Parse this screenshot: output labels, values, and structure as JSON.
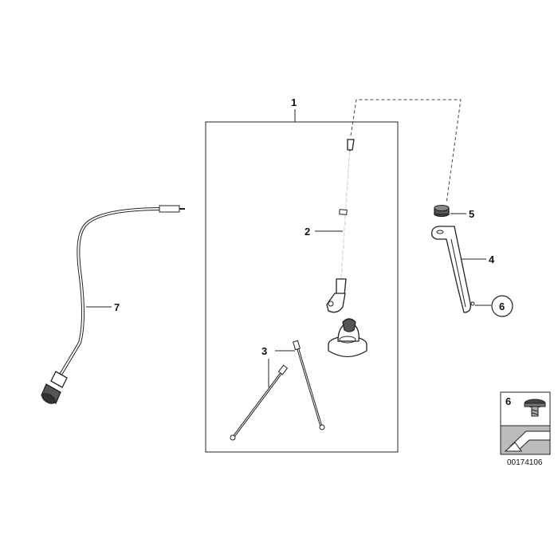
{
  "callouts": {
    "c1": "1",
    "c2": "2",
    "c3": "3",
    "c4": "4",
    "c5": "5",
    "c6": "6",
    "c7": "7"
  },
  "legend": {
    "part_number": "6"
  },
  "reference_number": "00174106"
}
